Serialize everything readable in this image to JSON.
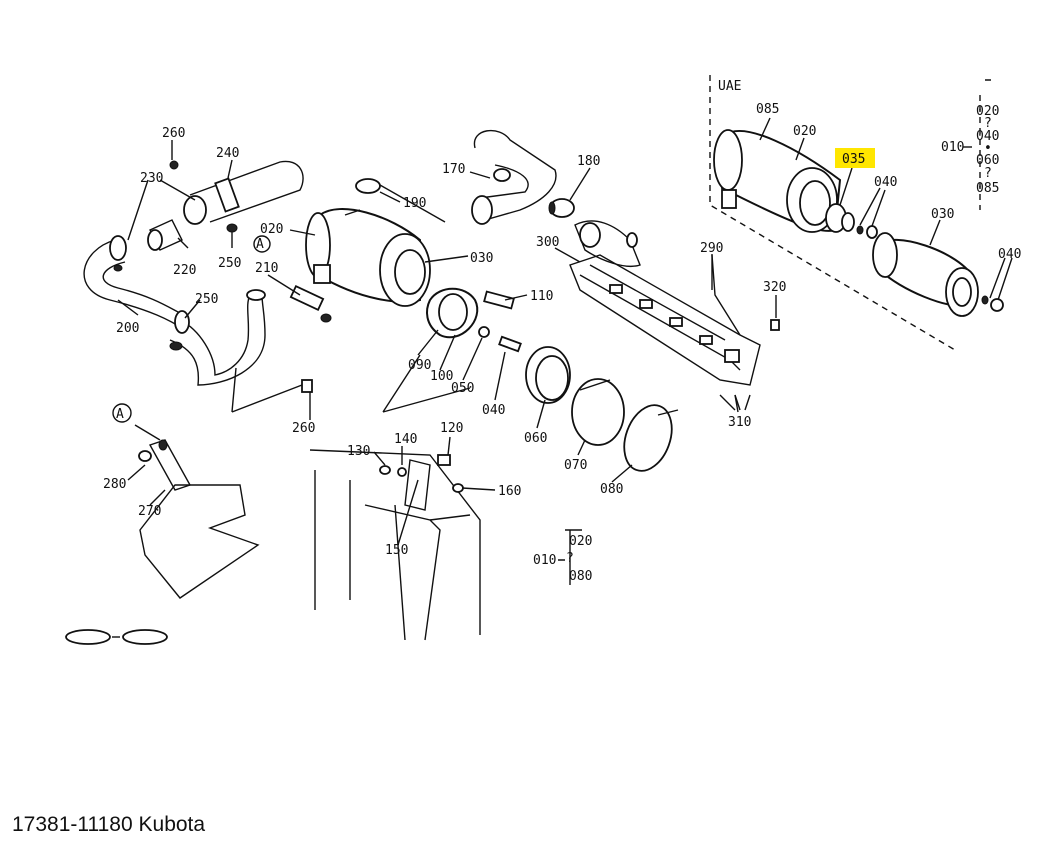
{
  "caption": "17381-11180 Kubota",
  "highlight_color": "#ffe600",
  "labels": {
    "p260a": "260",
    "p240": "240",
    "p230": "230",
    "p220": "220",
    "p250a": "250",
    "pA1": "A",
    "p210": "210",
    "p250b": "250",
    "p200": "200",
    "p260b": "260",
    "p020a": "020",
    "p030a": "030",
    "p190": "190",
    "p170": "170",
    "p180": "180",
    "p300": "300",
    "p290": "290",
    "p110": "110",
    "p320": "320",
    "p090": "090",
    "p100": "100",
    "p050": "050",
    "p040a": "040",
    "p060": "060",
    "p070": "070",
    "p080": "080",
    "p310": "310",
    "p130": "130",
    "p140": "140",
    "p120": "120",
    "p160": "160",
    "p150": "150",
    "pA2": "A",
    "p280": "280",
    "p270": "270",
    "uae": "UAE",
    "p085a": "085",
    "p020b": "020",
    "p035": "035",
    "p040b": "040",
    "p030b": "030",
    "p040c": "040",
    "r020": "020",
    "rtil1": "?",
    "r040": "040",
    "rdot": "•",
    "r060": "060",
    "rtil2": "?",
    "r085": "085",
    "r010": "010",
    "b010": "010",
    "b020": "020",
    "btil": "?",
    "b080": "080"
  }
}
